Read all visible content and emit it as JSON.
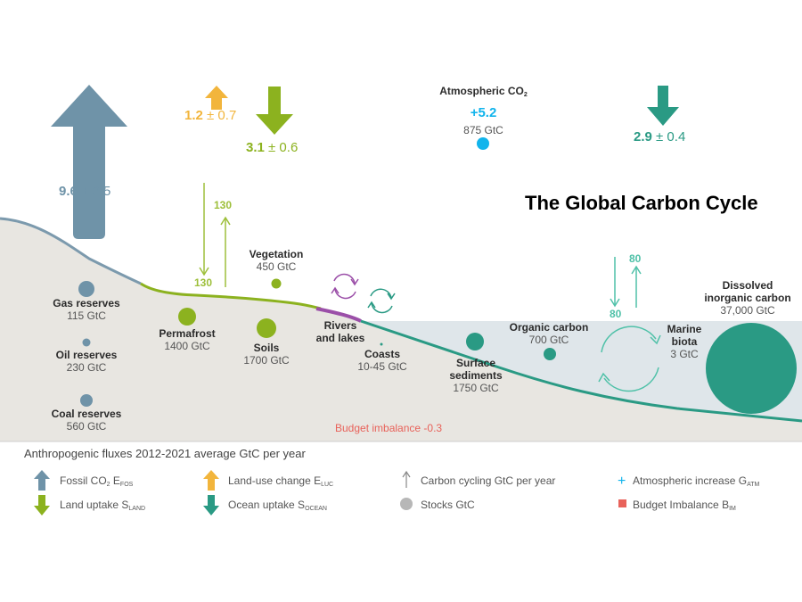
{
  "title": "The Global Carbon Cycle",
  "colors": {
    "fossil": "#6f93a8",
    "land_use": "#f2b53c",
    "land": "#8cb21f",
    "ocean": "#2a9a84",
    "atmosphere": "#12b4ec",
    "budget": "#e8625a",
    "cycling_land": "#9dbf3a",
    "cycling_ocean": "#4fc1a8",
    "rivers": "#9b4fa8",
    "ground": "#e8e6e1",
    "water": "#dfe6ea"
  },
  "fluxes": {
    "fossil": {
      "value": "9.6",
      "unc": "± 0.5"
    },
    "land_use": {
      "value": "1.2",
      "unc": "± 0.7"
    },
    "land_uptake": {
      "value": "3.1",
      "unc": "± 0.6"
    },
    "atmosphere": {
      "name": "Atmospheric CO",
      "sub": "2",
      "value": "+5.2",
      "stock": "875 GtC"
    },
    "ocean_uptake": {
      "value": "2.9",
      "unc": "± 0.4"
    }
  },
  "cycling": {
    "land_down": "130",
    "land_up": "130",
    "ocean_down": "80",
    "ocean_up": "80"
  },
  "stocks": {
    "gas": {
      "name": "Gas reserves",
      "value": "115 GtC"
    },
    "oil": {
      "name": "Oil reserves",
      "value": "230 GtC"
    },
    "coal": {
      "name": "Coal reserves",
      "value": "560 GtC"
    },
    "permafrost": {
      "name": "Permafrost",
      "value": "1400 GtC"
    },
    "vegetation": {
      "name": "Vegetation",
      "value": "450 GtC"
    },
    "soils": {
      "name": "Soils",
      "value": "1700 GtC"
    },
    "rivers": {
      "name1": "Rivers",
      "name2": "and lakes"
    },
    "coasts": {
      "name": "Coasts",
      "value": "10-45 GtC"
    },
    "surface_sediments": {
      "name1": "Surface",
      "name2": "sediments",
      "value": "1750 GtC"
    },
    "organic_carbon": {
      "name": "Organic carbon",
      "value": "700 GtC"
    },
    "marine_biota": {
      "name1": "Marine",
      "name2": "biota",
      "value": "3 GtC"
    },
    "dic": {
      "name1": "Dissolved",
      "name2": "inorganic carbon",
      "value": "37,000 GtC"
    }
  },
  "budget_imbalance": "Budget imbalance -0.3",
  "legend": {
    "title": "Anthropogenic fluxes 2012-2021 average GtC per year",
    "fossil": {
      "text": "Fossil CO",
      "sub1": "2",
      "mid": " E",
      "sub2": "FOS"
    },
    "land_use": {
      "text": "Land-use change E",
      "sub": "LUC"
    },
    "cycling": "Carbon cycling GtC per year",
    "atm_increase": {
      "text": "Atmospheric increase G",
      "sub": "ATM"
    },
    "land_uptake": {
      "text": "Land uptake S",
      "sub": "LAND"
    },
    "ocean_uptake": {
      "text": "Ocean uptake S",
      "sub": "OCEAN"
    },
    "stocks": "Stocks GtC",
    "budget": {
      "text": "Budget Imbalance B",
      "sub": "IM"
    }
  }
}
